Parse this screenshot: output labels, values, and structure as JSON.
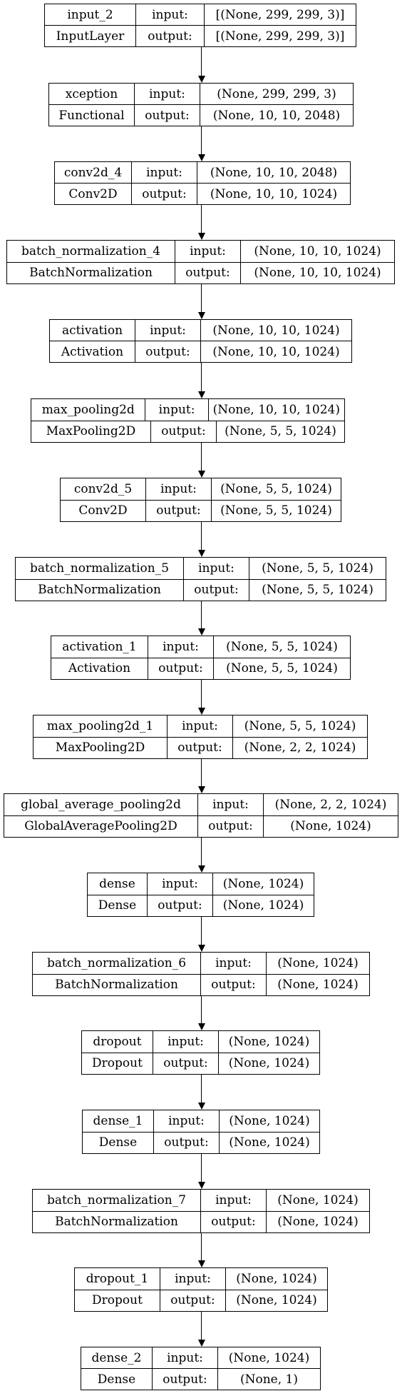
{
  "diagram": {
    "io_labels": {
      "input": "input:",
      "output": "output:"
    },
    "nodes": [
      {
        "name": "input_2",
        "type": "InputLayer",
        "input": "[(None, 299, 299, 3)]",
        "output": "[(None, 299, 299, 3)]"
      },
      {
        "name": "xception",
        "type": "Functional",
        "input": "(None, 299, 299, 3)",
        "output": "(None, 10, 10, 2048)"
      },
      {
        "name": "conv2d_4",
        "type": "Conv2D",
        "input": "(None, 10, 10, 2048)",
        "output": "(None, 10, 10, 1024)"
      },
      {
        "name": "batch_normalization_4",
        "type": "BatchNormalization",
        "input": "(None, 10, 10, 1024)",
        "output": "(None, 10, 10, 1024)"
      },
      {
        "name": "activation",
        "type": "Activation",
        "input": "(None, 10, 10, 1024)",
        "output": "(None, 10, 10, 1024)"
      },
      {
        "name": "max_pooling2d",
        "type": "MaxPooling2D",
        "input": "(None, 10, 10, 1024)",
        "output": "(None, 5, 5, 1024)"
      },
      {
        "name": "conv2d_5",
        "type": "Conv2D",
        "input": "(None, 5, 5, 1024)",
        "output": "(None, 5, 5, 1024)"
      },
      {
        "name": "batch_normalization_5",
        "type": "BatchNormalization",
        "input": "(None, 5, 5, 1024)",
        "output": "(None, 5, 5, 1024)"
      },
      {
        "name": "activation_1",
        "type": "Activation",
        "input": "(None, 5, 5, 1024)",
        "output": "(None, 5, 5, 1024)"
      },
      {
        "name": "max_pooling2d_1",
        "type": "MaxPooling2D",
        "input": "(None, 5, 5, 1024)",
        "output": "(None, 2, 2, 1024)"
      },
      {
        "name": "global_average_pooling2d",
        "type": "GlobalAveragePooling2D",
        "input": "(None, 2, 2, 1024)",
        "output": "(None, 1024)"
      },
      {
        "name": "dense",
        "type": "Dense",
        "input": "(None, 1024)",
        "output": "(None, 1024)"
      },
      {
        "name": "batch_normalization_6",
        "type": "BatchNormalization",
        "input": "(None, 1024)",
        "output": "(None, 1024)"
      },
      {
        "name": "dropout",
        "type": "Dropout",
        "input": "(None, 1024)",
        "output": "(None, 1024)"
      },
      {
        "name": "dense_1",
        "type": "Dense",
        "input": "(None, 1024)",
        "output": "(None, 1024)"
      },
      {
        "name": "batch_normalization_7",
        "type": "BatchNormalization",
        "input": "(None, 1024)",
        "output": "(None, 1024)"
      },
      {
        "name": "dropout_1",
        "type": "Dropout",
        "input": "(None, 1024)",
        "output": "(None, 1024)"
      },
      {
        "name": "dense_2",
        "type": "Dense",
        "input": "(None, 1024)",
        "output": "(None, 1)"
      }
    ]
  }
}
